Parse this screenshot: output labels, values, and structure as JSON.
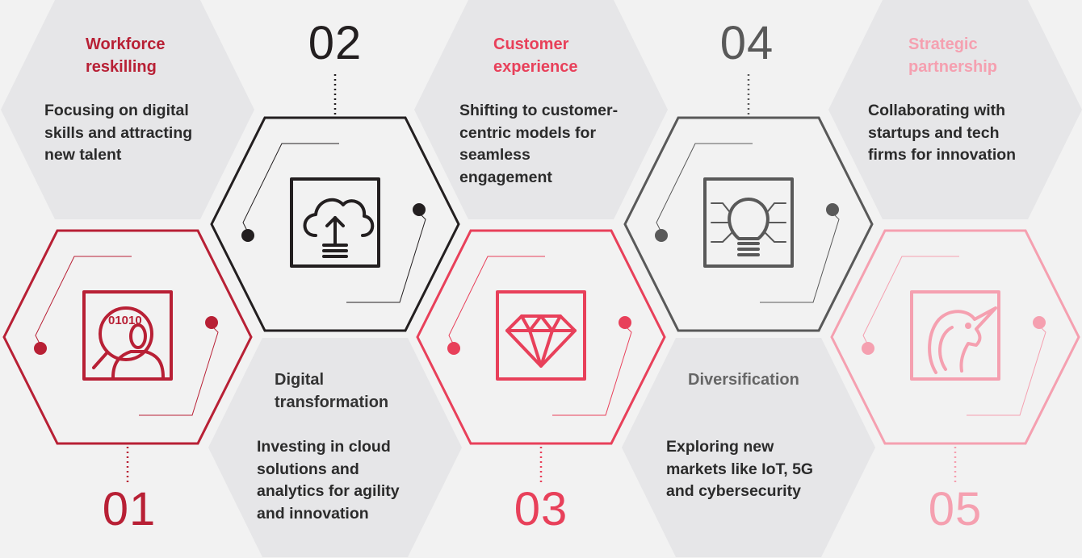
{
  "steps": [
    {
      "number": "01",
      "title": "Workforce reskilling",
      "title_lines": [
        "Workforce",
        "reskilling"
      ],
      "body_lines": [
        "Focusing on digital",
        "skills and attracting",
        "new talent"
      ],
      "color": "#b82035",
      "title_color": "#b82035",
      "icon": "person-search-binary-icon"
    },
    {
      "number": "02",
      "title": "Digital transformation",
      "title_lines": [
        "Digital",
        "transformation"
      ],
      "body_lines": [
        "Investing in cloud",
        "solutions and",
        "analytics for agility",
        "and innovation"
      ],
      "color": "#231f20",
      "title_color": "#333333",
      "icon": "cloud-upload-icon"
    },
    {
      "number": "03",
      "title": "Customer experience",
      "title_lines": [
        "Customer",
        "experience"
      ],
      "body_lines": [
        "Shifting to customer-",
        "centric models for",
        "seamless",
        "engagement"
      ],
      "color": "#e8405a",
      "title_color": "#e8405a",
      "icon": "diamond-icon"
    },
    {
      "number": "04",
      "title": "Diversification",
      "title_lines": [
        "Diversification"
      ],
      "body_lines": [
        "Exploring new",
        "markets like IoT, 5G",
        "and cybersecurity"
      ],
      "color": "#595959",
      "title_color": "#666666",
      "icon": "lightbulb-circuit-icon"
    },
    {
      "number": "05",
      "title": "Strategic partnership",
      "title_lines": [
        "Strategic",
        "partnership"
      ],
      "body_lines": [
        "Collaborating with",
        "startups and tech",
        "firms for innovation"
      ],
      "color": "#f5a0b0",
      "title_color": "#f5a0b0",
      "icon": "unicorn-icon"
    }
  ],
  "colors": {
    "background": "#f2f2f2",
    "text_hex": "#e6e6e8"
  }
}
